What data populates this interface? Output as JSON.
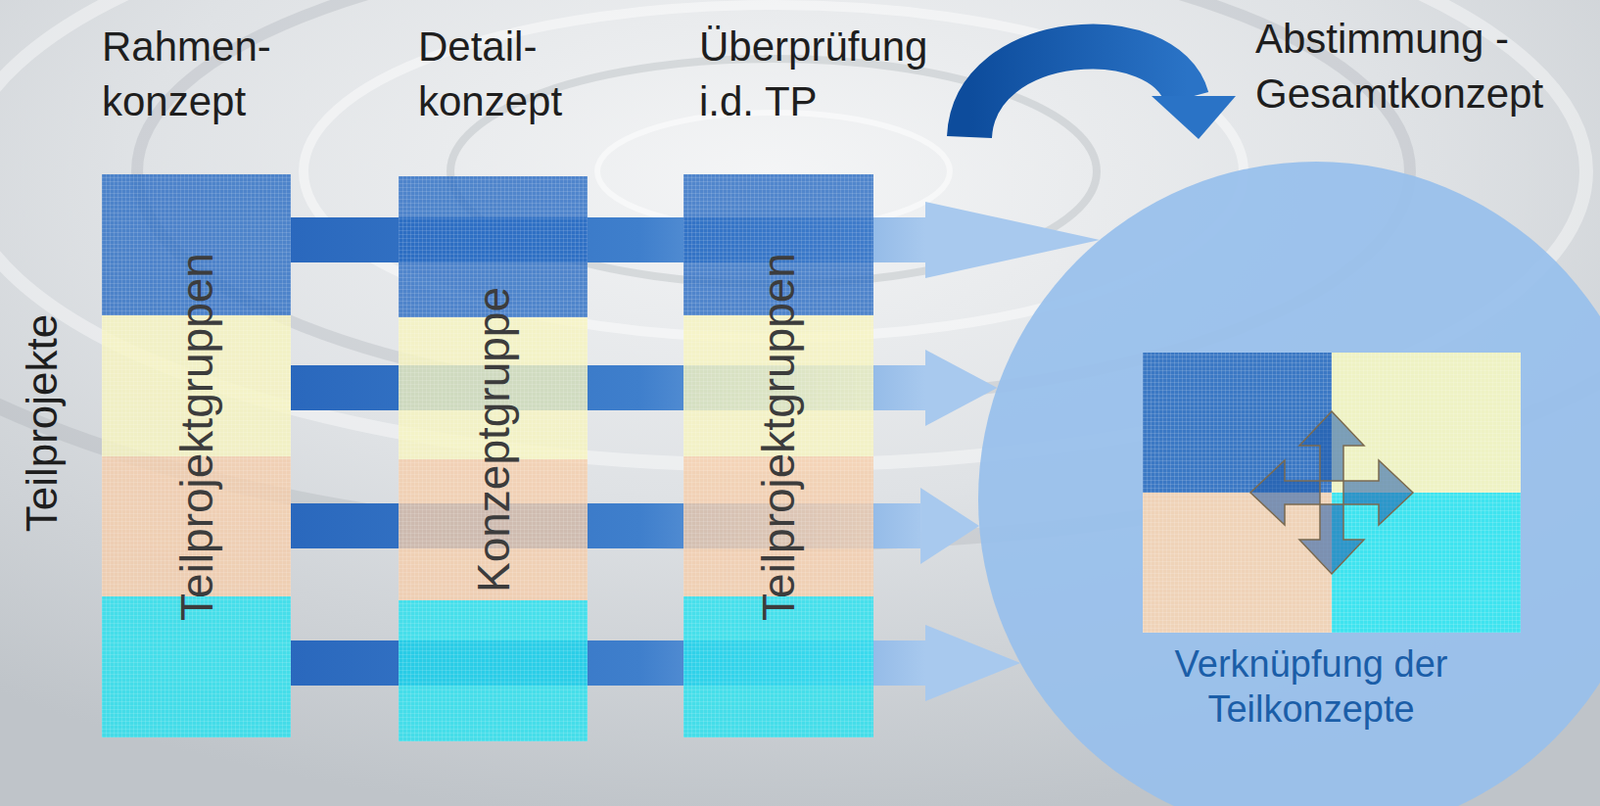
{
  "diagram": {
    "nodes": [
      {
        "text": [
          "Rahmen- konzept",
          "Teilprojektgruppen"
        ]
      },
      {
        "text": [
          "Detail- konzept",
          "Konzeptgruppe"
        ]
      },
      {
        "text": [
          "Überprüfung i.d. TP",
          "Teilprojektgruppen"
        ]
      },
      {
        "text": [
          "Verknüpfung der Teilkonzepte"
        ]
      }
    ],
    "edges": [
      {
        "from": 0,
        "to": 3,
        "arrow": "to"
      },
      {
        "from": 0,
        "to": 3,
        "arrow": "to"
      },
      {
        "from": 0,
        "to": 3,
        "arrow": "to"
      },
      {
        "from": 0,
        "to": 3,
        "arrow": "to"
      }
    ],
    "labels": [
      "Teilprojekte",
      "Abstimmung - Gesamtkonzept"
    ]
  }
}
